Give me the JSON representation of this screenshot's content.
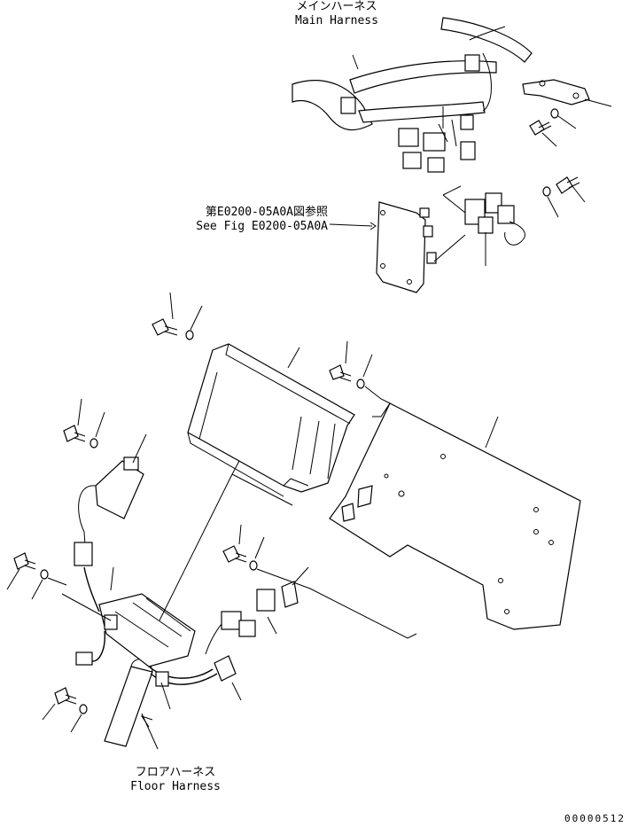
{
  "labels": {
    "main_harness_jp": "メインハーネス",
    "main_harness_en": "Main Harness",
    "see_fig_jp": "第E0200-05A0A図参照",
    "see_fig_en": "See Fig E0200-05A0A",
    "floor_harness_jp": "フロアハーネス",
    "floor_harness_en": "Floor Harness",
    "drawing_number": "00000512"
  }
}
